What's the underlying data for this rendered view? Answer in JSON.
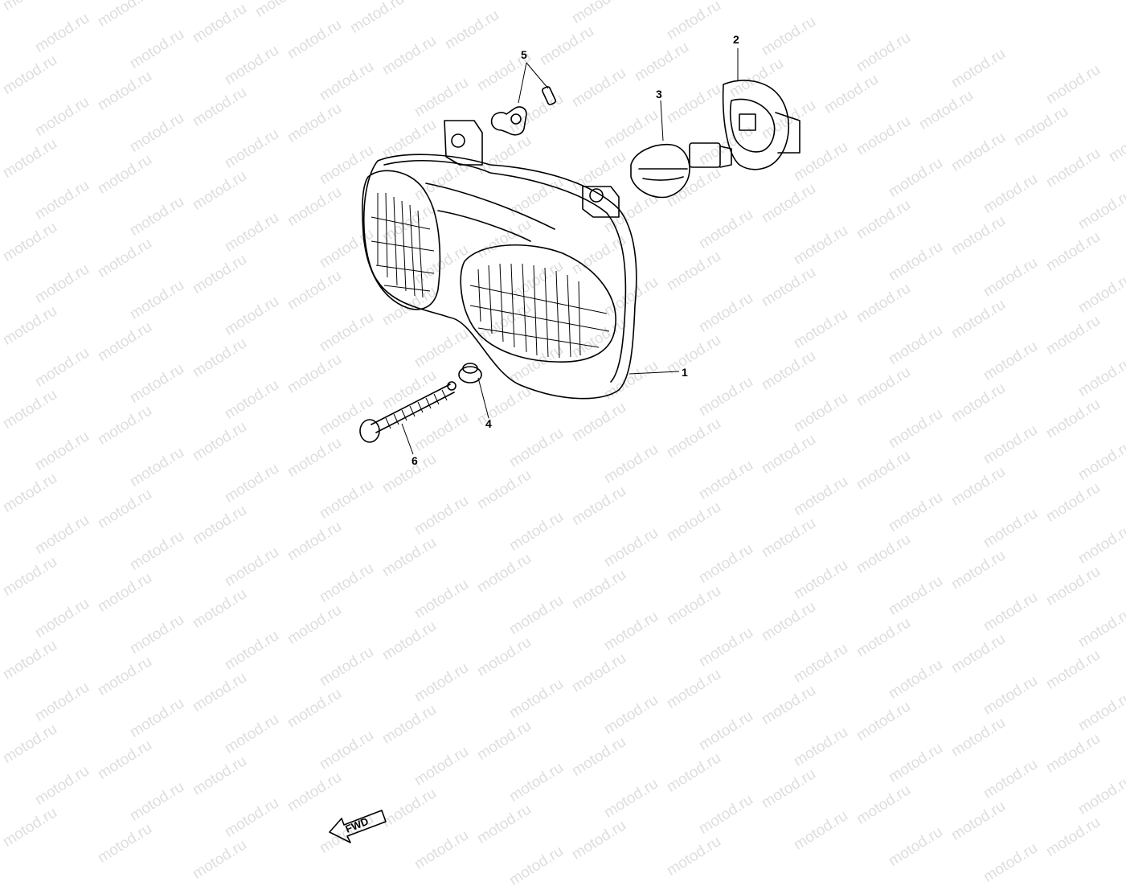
{
  "watermark": "motod.ru",
  "callouts": {
    "c1": "1",
    "c2": "2",
    "c3": "3",
    "c4": "4",
    "c5": "5",
    "c6": "6"
  },
  "direction_label": "FWD",
  "parts": {
    "headlight_unit": "headlight-assembly",
    "bulb_socket": "bulb-socket",
    "bulb": "headlight-bulb",
    "adjuster_grommet": "grommet",
    "pilot_bulb_socket": "pilot-bulb-socket",
    "adjuster_screw": "adjusting-screw"
  }
}
